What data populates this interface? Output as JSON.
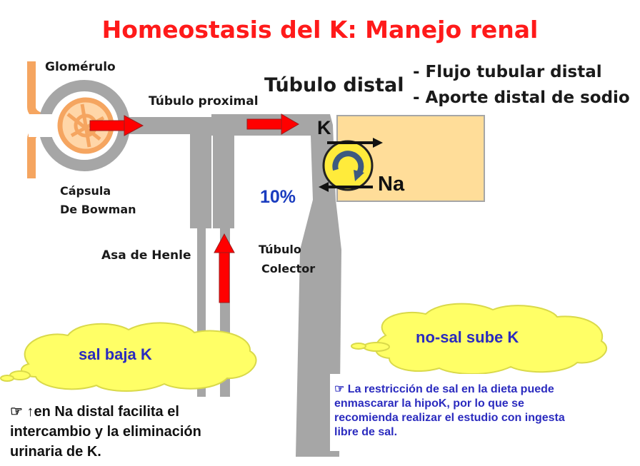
{
  "title": "Homeostasis del K: Manejo renal",
  "labels": {
    "glomerulo": "Glomérulo",
    "tubulo_proximal": "Túbulo proximal",
    "tubulo_distal": "Túbulo distal",
    "capsula_1": "Cápsula",
    "capsula_2": "De Bowman",
    "asa_henle": "Asa de Henle",
    "tubulo_colector_1": "Túbulo",
    "tubulo_colector_2": "Colector",
    "percent": "10%",
    "k": "K",
    "na": "Na"
  },
  "factors": [
    "- Flujo tubular distal",
    "- Aporte distal de sodio"
  ],
  "clouds": {
    "left": "sal baja K",
    "right": "no-sal sube K"
  },
  "notes": {
    "left": [
      "☞ ↑en Na distal facilita el",
      "intercambio y la eliminación",
      "urinaria de K."
    ],
    "right": [
      "☞ La restricción de sal en la dieta puede",
      "enmascarar la hipoK, por lo que se",
      "recomienda realizar el estudio con ingesta",
      "libre de sal."
    ]
  },
  "colors": {
    "title": "#ff1a1a",
    "tubule": "#a6a6a6",
    "arrow": "#ff0000",
    "cloud": "#ffff66",
    "cell": "#ffdd99",
    "capsule": "#f5a560"
  }
}
